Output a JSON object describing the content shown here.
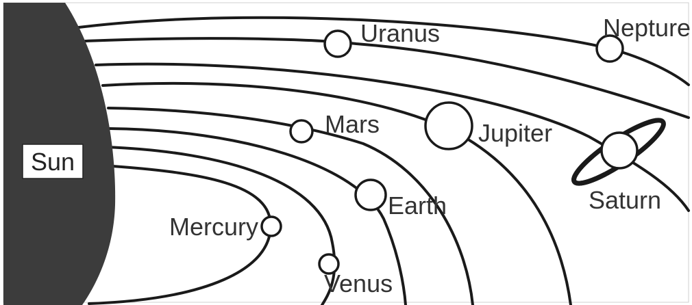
{
  "sun": {
    "label": "Sun"
  },
  "planets": [
    {
      "id": "mercury",
      "label": "Mercury"
    },
    {
      "id": "venus",
      "label": "Venus"
    },
    {
      "id": "earth",
      "label": "Earth"
    },
    {
      "id": "mars",
      "label": "Mars"
    },
    {
      "id": "jupiter",
      "label": "Jupiter"
    },
    {
      "id": "saturn",
      "label": "Saturn"
    },
    {
      "id": "uranus",
      "label": "Uranus"
    },
    {
      "id": "neptune",
      "label": "Nepture"
    }
  ],
  "colors": {
    "ink": "#1a1a1a",
    "sun": "#3c3c3c",
    "background": "#ffffff"
  }
}
